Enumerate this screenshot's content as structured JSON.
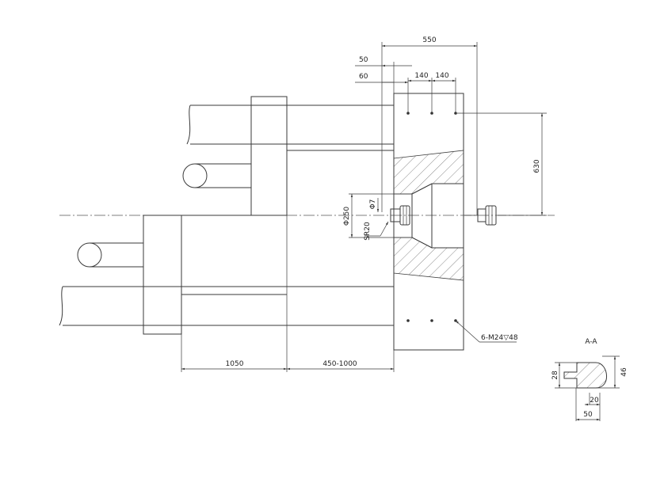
{
  "dimensions": {
    "d550": "550",
    "d50": "50",
    "d60": "60",
    "d140a": "140",
    "d140b": "140",
    "d630": "630",
    "d250": "Φ250",
    "d7": "Φ7",
    "sr20": "SR20",
    "thread": "6-M24▽48",
    "d1050": "1050",
    "d450": "450-1000"
  },
  "section": {
    "title": "A-A",
    "d28": "28",
    "d46": "46",
    "d20": "20",
    "d50": "50"
  }
}
